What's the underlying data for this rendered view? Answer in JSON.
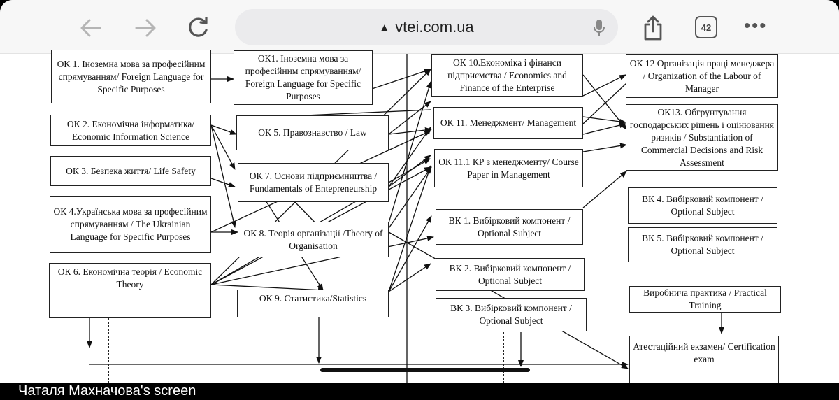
{
  "browser": {
    "url": "vtei.com.ua",
    "tab_count": "42",
    "more_label": "•••",
    "lock_symbol": "▲"
  },
  "diagram": {
    "col1": {
      "ok1": "ОК 1. Іноземна мова за професійним спрямуванням/ Foreign Language for Specific Purposes",
      "ok2": "ОК 2. Економічна інформатика/ Economic Information Science",
      "ok3": "ОК 3. Безпека життя/ Life Safety",
      "ok4": "ОК 4.Українська мова за професійним спрямуванням / The Ukrainian Language for Specific Purposes",
      "ok6": "ОК 6. Економічна теорія / Economic Theory"
    },
    "col2": {
      "ok1b": "ОК1. Іноземна мова за професійним спрямуванням/ Foreign Language for Specific Purposes",
      "ok5": "ОК 5. Правознавство / Law",
      "ok7": "ОК 7. Основи підприємництва / Fundamentals of Entepreneurship",
      "ok8": "ОК 8. Теорія організації /Theory of Organisation",
      "ok9": "ОК 9. Статистика/Statistics"
    },
    "col3": {
      "ok10": "ОК 10.Економіка і фінанси підприємства / Economics and Finance of the Enterprise",
      "ok11": "ОК 11. Менеджмент/ Management",
      "ok111": "ОК 11.1 КР з менеджменту/ Course Paper in Management",
      "vk1": "ВК 1. Вибірковий компонент / Optional Subject",
      "vk2": "ВК 2. Вибірковий компонент / Optional Subject",
      "vk3": "ВК 3. Вибірковий компонент / Optional Subject"
    },
    "col4": {
      "ok12": "ОК 12 Організація праці менеджера / Organization of the Labour of Manager",
      "ok13": "ОК13. Обгрунтування господарських рішень і оцінювання ризиків / Substantiation of Commercial Decisions and Risk Assessment",
      "vk4": "ВК 4. Вибірковий компонент / Optional Subject",
      "vk5": "ВК 5. Вибірковий компонент / Optional Subject",
      "practice": "Виробнича практика / Practical Training",
      "exam": "Атестаційний екзамен/ Certification exam"
    }
  },
  "screen_share_caption": "Чаталя Махначова's screen"
}
